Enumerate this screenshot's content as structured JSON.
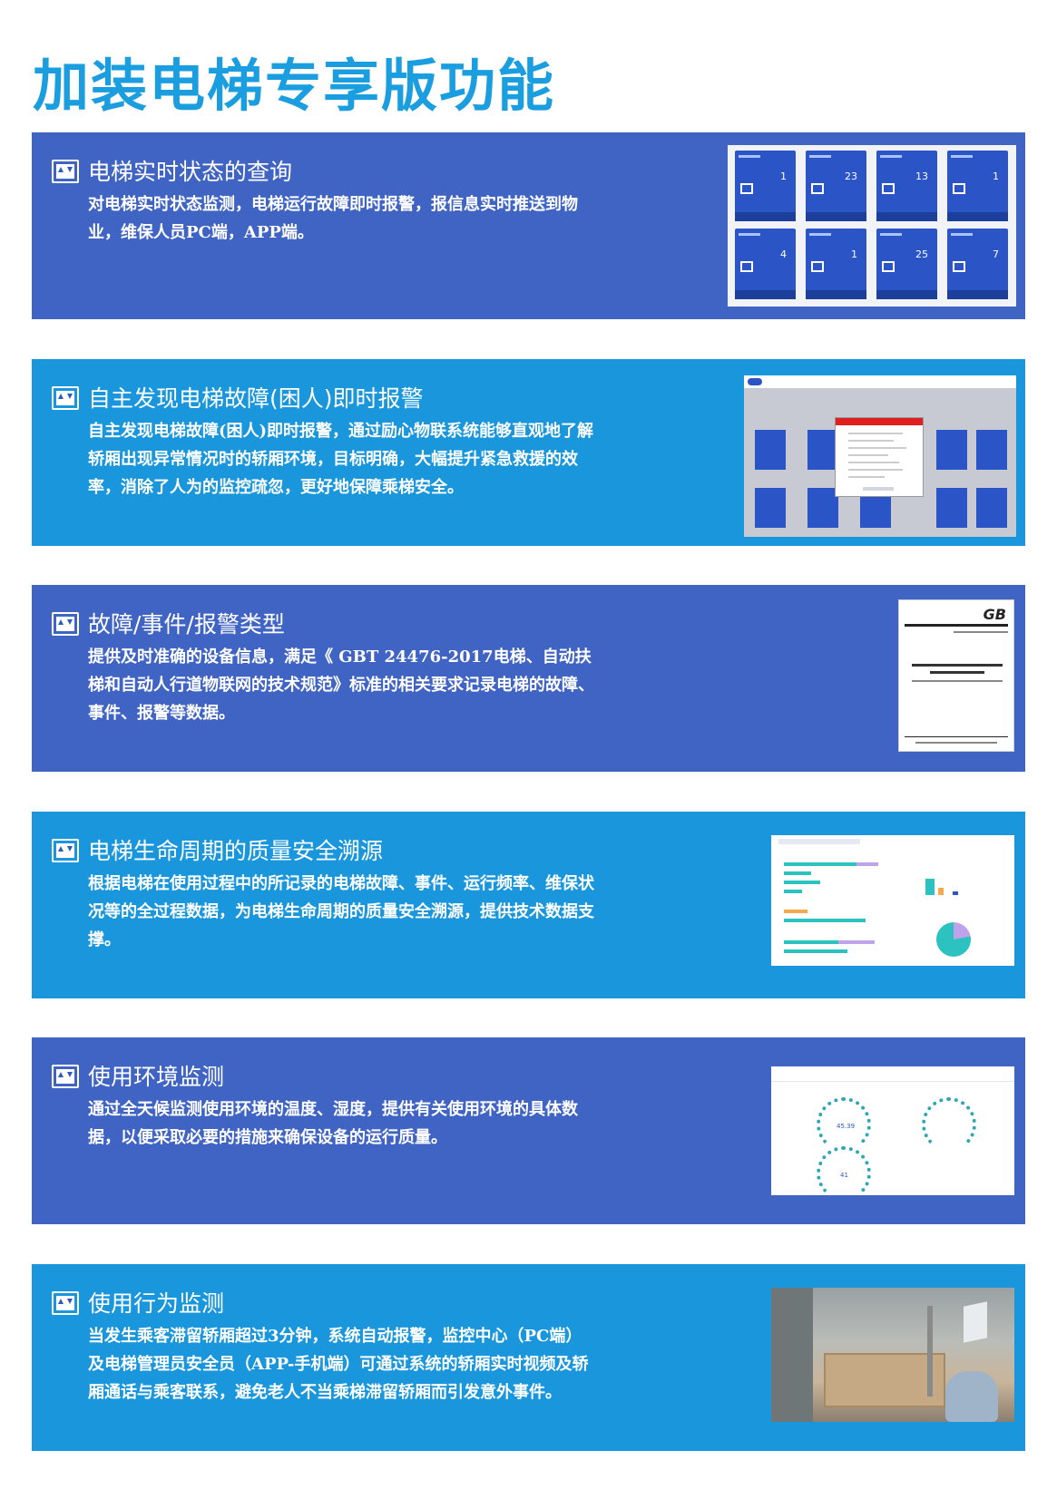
{
  "page": {
    "title": "加装电梯专享版功能"
  },
  "sections": [
    {
      "title": "电梯实时状态的查询",
      "body": "对电梯实时状态监测，电梯运行故障即时报警，报信息实时推送到物业，维保人员PC端，APP端。",
      "image": "elevator-status-dashboard"
    },
    {
      "title": "自主发现电梯故障(困人)即时报警",
      "body": "自主发现电梯故障(困人)即时报警，通过励心物联系统能够直观地了解轿厢出现异常情况时的轿厢环境，目标明确，大幅提升紧急救援的效率，消除了人为的监控疏忽，更好地保障乘梯安全。",
      "image": "fault-alarm-screen"
    },
    {
      "title": "故障/事件/报警类型",
      "body": "提供及时准确的设备信息，满足《 GBT 24476-2017电梯、自动扶梯和自动人行道物联网的技术规范》标准的相关要求记录电梯的故障、事件、报警等数据。",
      "image": "gb-standard-cover"
    },
    {
      "title": "电梯生命周期的质量安全溯源",
      "body": "根据电梯在使用过程中的所记录的电梯故障、事件、运行频率、维保状况等的全过程数据，为电梯生命周期的质量安全溯源，提供技术数据支撑。",
      "image": "statistics-charts"
    },
    {
      "title": "使用环境监测",
      "body": "通过全天候监测使用环境的温度、湿度，提供有关使用环境的具体数据，以便采取必要的措施来确保设备的运行质量。",
      "image": "environment-gauges"
    },
    {
      "title": "使用行为监测",
      "body": "当发生乘客滞留轿厢超过3分钟，系统自动报警，监控中心（PC端）及电梯管理员安全员（APP-手机端）可通过系统的轿厢实时视频及轿厢通话与乘客联系，避免老人不当乘梯滞留轿厢而引发意外事件。",
      "image": "car-camera-view"
    }
  ],
  "thumbs": {
    "status_numbers": [
      "1",
      "23",
      "13",
      "1",
      "4",
      "1",
      "25",
      "7"
    ],
    "gb_logo": "GB",
    "gauge_values": [
      "45.39",
      "41"
    ]
  },
  "colors": {
    "title": "#1a9ee0",
    "panel_dark": "#4064c4",
    "panel_light": "#1996dc"
  }
}
